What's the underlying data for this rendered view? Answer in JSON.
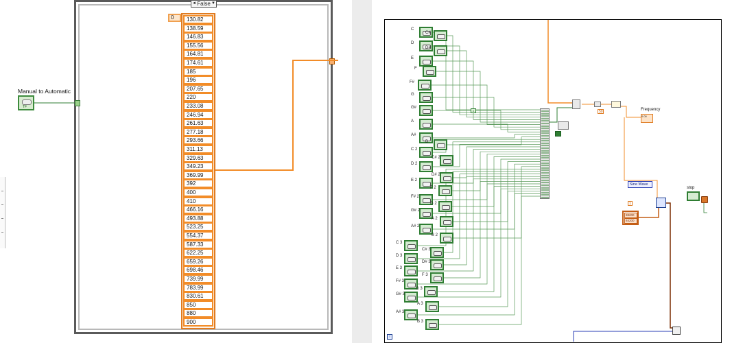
{
  "case_structure": {
    "selector_value": "False",
    "selector_left_arrow": "◄",
    "selector_right_arrow": "▼"
  },
  "array": {
    "index": "0",
    "values": [
      "130.82",
      "138.59",
      "146.83",
      "155.56",
      "164.81",
      "174.61",
      "185",
      "196",
      "207.65",
      "220",
      "233.08",
      "246.94",
      "261.63",
      "277.18",
      "293.66",
      "311.13",
      "329.63",
      "349.23",
      "369.99",
      "392",
      "400",
      "410",
      "466.16",
      "493.88",
      "523.25",
      "554.37",
      "587.33",
      "622.25",
      "659.26",
      "698.46",
      "739.99",
      "783.99",
      "830.61",
      "850",
      "880",
      "900"
    ]
  },
  "control": {
    "label": "Manual to Automatic",
    "terminal_text": "TF"
  },
  "block_diagram": {
    "note_labels": [
      "C",
      "C#",
      "D",
      "D#",
      "E",
      "F",
      "F#",
      "G",
      "G#",
      "A",
      "A#",
      "B",
      "C 2",
      "C# 2",
      "D 2",
      "D# 2",
      "E 2",
      "F 2",
      "F# 2",
      "G 2",
      "G# 2",
      "A 2",
      "A# 2",
      "B 2",
      "C 3",
      "C# 3",
      "D 3",
      "D# 3",
      "E 3",
      "F 3",
      "F# 3",
      "G 3",
      "G# 3",
      "A 3",
      "A# 3",
      "B 3"
    ],
    "frequency_label": "Frequency",
    "frequency_value": "0.00",
    "waveform_enum": "Sine Wave",
    "stop_label": "stop",
    "rate_a": "88200",
    "rate_b": "84200",
    "const_50": "50",
    "const_1": "1",
    "loop_iteration": "i",
    "index_const": "0"
  },
  "colors": {
    "numeric_wire": "#f28c28",
    "boolean_wire": "#2e7d32",
    "case_border": "#5a5a5a"
  }
}
